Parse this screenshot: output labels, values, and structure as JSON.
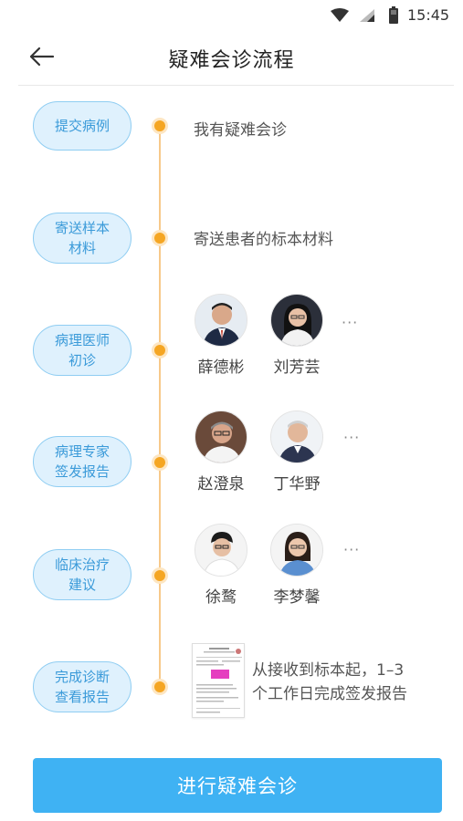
{
  "status_bar": {
    "time": "15:45"
  },
  "header": {
    "title": "疑难会诊流程"
  },
  "steps": [
    {
      "label_line1": "提交病例",
      "label_line2": "",
      "description": "我有疑难会诊"
    },
    {
      "label_line1": "寄送样本",
      "label_line2": "材料",
      "description": "寄送患者的标本材料"
    },
    {
      "label_line1": "病理医师",
      "label_line2": "初诊",
      "doctors": [
        "薛德彬",
        "刘芳芸"
      ],
      "more": "···"
    },
    {
      "label_line1": "病理专家",
      "label_line2": "签发报告",
      "doctors": [
        "赵澄泉",
        "丁华野"
      ],
      "more": "···"
    },
    {
      "label_line1": "临床治疗",
      "label_line2": "建议",
      "doctors": [
        "徐鹜",
        "李梦馨"
      ],
      "more": "···"
    },
    {
      "label_line1": "完成诊断",
      "label_line2": "查看报告",
      "description_line1": "从接收到标本起，1–3",
      "description_line2": "个工作日完成签发报告"
    }
  ],
  "cta": {
    "label": "进行疑难会诊"
  },
  "colors": {
    "accent_blue": "#3fb2f3",
    "pill_bg": "#dff1fd",
    "pill_text": "#3a9ad9",
    "timeline_dot": "#f5a623"
  }
}
